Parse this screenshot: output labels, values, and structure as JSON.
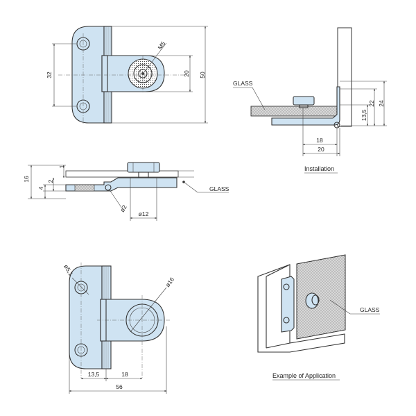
{
  "top_view": {
    "dim_height_32": "32",
    "dim_height_50": "50",
    "dim_width_20": "20",
    "dim_thread": "M5"
  },
  "side_view": {
    "dim_16": "16",
    "dim_4": "4",
    "dim_2": "2",
    "dim_1": "1",
    "dim_r2": "ø2",
    "dim_d12": "ø12",
    "glass_label": "GLASS"
  },
  "installation": {
    "glass_label": "GLASS",
    "dim_13_5": "13,5",
    "dim_22": "22",
    "dim_24": "24",
    "dim_18": "18",
    "dim_20": "20",
    "caption": "Installation"
  },
  "bottom_view": {
    "dim_hole": "ø5,1",
    "dim_d16": "ø16",
    "dim_13_5": "13,5",
    "dim_18": "18",
    "dim_56": "56"
  },
  "application": {
    "glass_label": "GLASS",
    "caption": "Example of Application"
  },
  "colors": {
    "part_fill": "#cfe3f2",
    "glass_fill": "#d8d8d8",
    "line": "#333333"
  }
}
